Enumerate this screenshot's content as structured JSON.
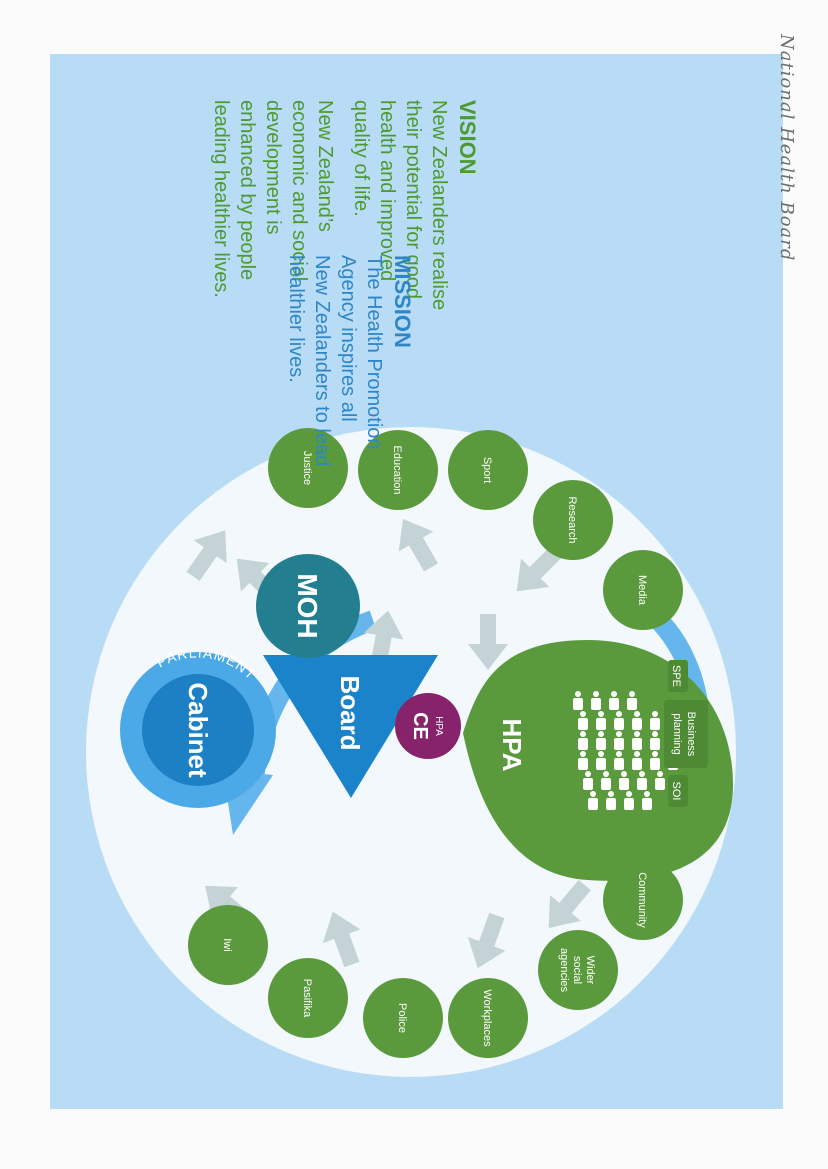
{
  "handwritten_note": "National Health Board",
  "vision": {
    "heading": "VISION",
    "lines": [
      "New Zealanders realise",
      "their potential for good",
      "health and improved",
      "quality of life.",
      "",
      "New Zealand’s",
      "economic and social",
      "development is",
      "enhanced by people",
      "leading healthier lives."
    ]
  },
  "mission": {
    "heading": "MISSION",
    "lines": [
      "The Health Promotion",
      "Agency inspires all",
      "New Zealanders to lead",
      "healthier lives."
    ]
  },
  "core": {
    "parliament": "PARLIAMENT",
    "cabinet": "Cabinet",
    "board": "Board",
    "moh": "MOH",
    "ce_small": "HPA",
    "ce": "CE",
    "hpa": "HPA",
    "soi": "SOI",
    "spe": "SPE",
    "business_planning": [
      "Business",
      "planning"
    ]
  },
  "stakeholders": [
    {
      "id": "justice",
      "lines": [
        "Justice"
      ]
    },
    {
      "id": "education",
      "lines": [
        "Education"
      ]
    },
    {
      "id": "sport",
      "lines": [
        "Sport"
      ]
    },
    {
      "id": "research",
      "lines": [
        "Research"
      ]
    },
    {
      "id": "media",
      "lines": [
        "Media"
      ]
    },
    {
      "id": "iwi",
      "lines": [
        "Iwi"
      ]
    },
    {
      "id": "pasifika",
      "lines": [
        "Pasifika"
      ]
    },
    {
      "id": "police",
      "lines": [
        "Police"
      ]
    },
    {
      "id": "workplaces",
      "lines": [
        "Workplaces"
      ]
    },
    {
      "id": "wider-social-agencies",
      "lines": [
        "Wider",
        "social",
        "agencies"
      ]
    },
    {
      "id": "community",
      "lines": [
        "Community"
      ]
    }
  ],
  "colors": {
    "panel": "#b8dcf5",
    "circle": "#f2f8fc",
    "green": "#5a9a3c",
    "green_dark": "#4d8a33",
    "cabinet_outer": "#4aa9e6",
    "cabinet_inner": "#1d7fc4",
    "board": "#1b83c9",
    "moh": "#237f8f",
    "ce": "#87236a",
    "arrow_blue": "#64b6ec",
    "arrow_grey": "#c3d3d6",
    "vision_green": "#4e9a32",
    "mission_blue": "#2e86c7"
  }
}
